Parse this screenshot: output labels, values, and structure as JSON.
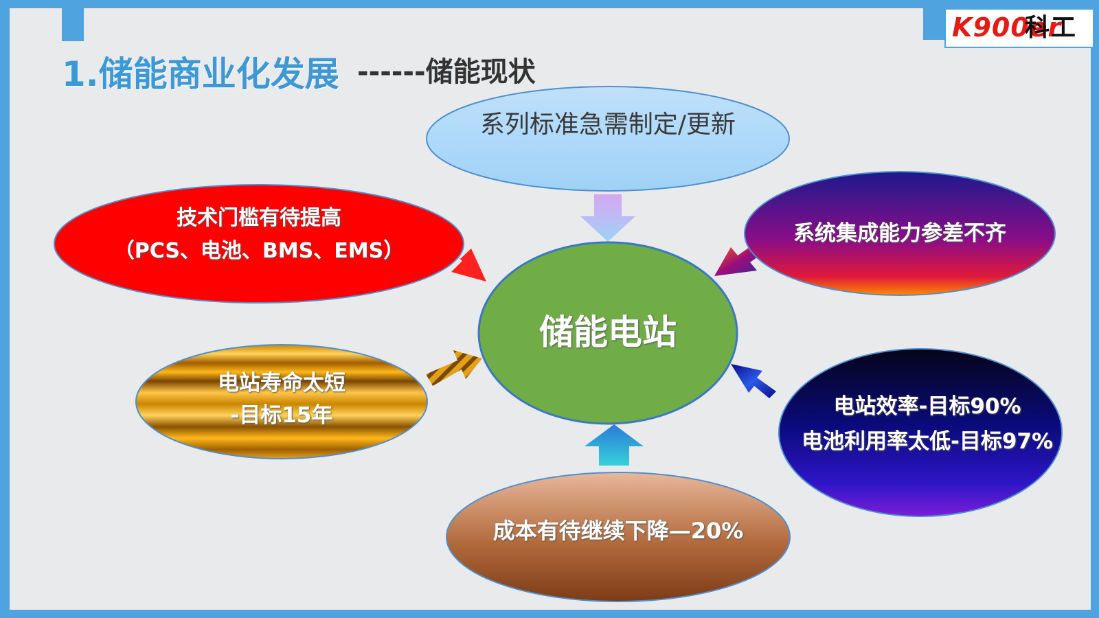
{
  "header": {
    "title_main": "1.储能商业化发展",
    "title_sub": "------储能现状"
  },
  "logo": {
    "latin": "K900er",
    "chinese": "科工"
  },
  "diagram": {
    "center": "储能电站",
    "top": "系列标准急需制定/更新",
    "left_top_line1": "技术门槛有待提高",
    "left_top_line2": "（PCS、电池、BMS、EMS）",
    "right_top": "系统集成能力参差不齐",
    "left_bottom_line1": "电站寿命太短",
    "left_bottom_line2": "-目标15年",
    "right_bottom_line1": "电站效率-目标90%",
    "right_bottom_line2": "电池利用率太低-目标97%",
    "bottom": "成本有待继续下降—20%"
  },
  "colors": {
    "frame": "#4fa3df",
    "center_fill": "#70ad47",
    "title_blue": "#3d98d6",
    "logo_red": "#e41b14"
  }
}
